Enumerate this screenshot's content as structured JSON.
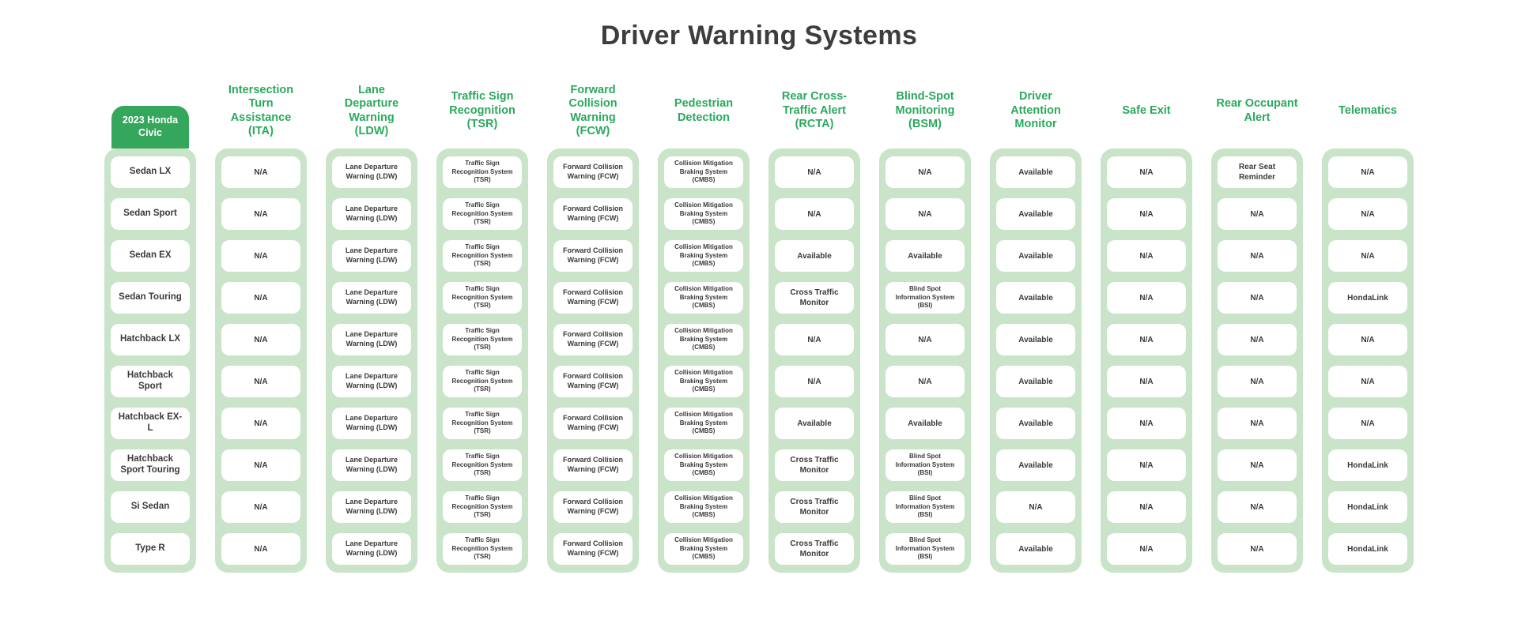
{
  "colors": {
    "brand_green": "#35a75c",
    "header_text_green": "#2ba95d",
    "column_bg_green": "#c9e4c8",
    "cell_bg": "#ffffff",
    "cell_text": "#3a3a3a",
    "title_text": "#3d3d3d",
    "page_bg": "#ffffff"
  },
  "chart_data": {
    "type": "table",
    "title": "Driver Warning Systems",
    "corner_header": "2023 Honda Civic",
    "corner_header_lines": "2023 Honda\nCivic",
    "row_labels": [
      "Sedan LX",
      "Sedan Sport",
      "Sedan EX",
      "Sedan Touring",
      "Hatchback LX",
      "Hatchback Sport",
      "Hatchback EX-L",
      "Hatchback Sport Touring",
      "Si Sedan",
      "Type R"
    ],
    "columns": [
      {
        "label": "Intersection Turn Assistance (ITA)",
        "header_lines": "Intersection\nTurn\nAssistance\n(ITA)",
        "values": [
          "N/A",
          "N/A",
          "N/A",
          "N/A",
          "N/A",
          "N/A",
          "N/A",
          "N/A",
          "N/A",
          "N/A"
        ]
      },
      {
        "label": "Lane Departure Warning (LDW)",
        "header_lines": "Lane\nDeparture\nWarning\n(LDW)",
        "values": [
          "Lane Departure Warning (LDW)",
          "Lane Departure Warning (LDW)",
          "Lane Departure Warning (LDW)",
          "Lane Departure Warning (LDW)",
          "Lane Departure Warning (LDW)",
          "Lane Departure Warning (LDW)",
          "Lane Departure Warning (LDW)",
          "Lane Departure Warning (LDW)",
          "Lane Departure Warning (LDW)",
          "Lane Departure Warning (LDW)"
        ]
      },
      {
        "label": "Traffic Sign Recognition (TSR)",
        "header_lines": "Traffic Sign\nRecognition\n(TSR)",
        "values": [
          "Traffic Sign Recognition System (TSR)",
          "Traffic Sign Recognition System (TSR)",
          "Traffic Sign Recognition System (TSR)",
          "Traffic Sign Recognition System (TSR)",
          "Traffic Sign Recognition System (TSR)",
          "Traffic Sign Recognition System (TSR)",
          "Traffic Sign Recognition System (TSR)",
          "Traffic Sign Recognition System (TSR)",
          "Traffic Sign Recognition System (TSR)",
          "Traffic Sign Recognition System (TSR)"
        ]
      },
      {
        "label": "Forward Collision Warning (FCW)",
        "header_lines": "Forward\nCollision\nWarning\n(FCW)",
        "values": [
          "Forward Collision Warning (FCW)",
          "Forward Collision Warning (FCW)",
          "Forward Collision Warning (FCW)",
          "Forward Collision Warning (FCW)",
          "Forward Collision Warning (FCW)",
          "Forward Collision Warning (FCW)",
          "Forward Collision Warning (FCW)",
          "Forward Collision Warning (FCW)",
          "Forward Collision Warning (FCW)",
          "Forward Collision Warning (FCW)"
        ]
      },
      {
        "label": "Pedestrian Detection",
        "header_lines": "Pedestrian\nDetection",
        "values": [
          "Collision Mitigation Braking System (CMBS)",
          "Collision Mitigation Braking System (CMBS)",
          "Collision Mitigation Braking System (CMBS)",
          "Collision Mitigation Braking System (CMBS)",
          "Collision Mitigation Braking System (CMBS)",
          "Collision Mitigation Braking System (CMBS)",
          "Collision Mitigation Braking System (CMBS)",
          "Collision Mitigation Braking System (CMBS)",
          "Collision Mitigation Braking System (CMBS)",
          "Collision Mitigation Braking System (CMBS)"
        ]
      },
      {
        "label": "Rear Cross-Traffic Alert (RCTA)",
        "header_lines": "Rear Cross-\nTraffic Alert\n(RCTA)",
        "values": [
          "N/A",
          "N/A",
          "Available",
          "Cross Traffic Monitor",
          "N/A",
          "N/A",
          "Available",
          "Cross Traffic Monitor",
          "Cross Traffic Monitor",
          "Cross Traffic Monitor"
        ]
      },
      {
        "label": "Blind-Spot Monitoring (BSM)",
        "header_lines": "Blind-Spot\nMonitoring\n(BSM)",
        "values": [
          "N/A",
          "N/A",
          "Available",
          "Blind Spot Information System (BSI)",
          "N/A",
          "N/A",
          "Available",
          "Blind Spot Information System (BSI)",
          "Blind Spot Information System (BSI)",
          "Blind Spot Information System (BSI)"
        ]
      },
      {
        "label": "Driver Attention Monitor",
        "header_lines": "Driver\nAttention\nMonitor",
        "values": [
          "Available",
          "Available",
          "Available",
          "Available",
          "Available",
          "Available",
          "Available",
          "Available",
          "N/A",
          "Available"
        ]
      },
      {
        "label": "Safe Exit",
        "header_lines": "Safe Exit",
        "values": [
          "N/A",
          "N/A",
          "N/A",
          "N/A",
          "N/A",
          "N/A",
          "N/A",
          "N/A",
          "N/A",
          "N/A"
        ]
      },
      {
        "label": "Rear Occupant Alert",
        "header_lines": "Rear Occupant\nAlert",
        "values": [
          "Rear Seat Reminder",
          "N/A",
          "N/A",
          "N/A",
          "N/A",
          "N/A",
          "N/A",
          "N/A",
          "N/A",
          "N/A"
        ]
      },
      {
        "label": "Telematics",
        "header_lines": "Telematics",
        "values": [
          "N/A",
          "N/A",
          "N/A",
          "HondaLink",
          "N/A",
          "N/A",
          "N/A",
          "HondaLink",
          "HondaLink",
          "HondaLink"
        ]
      }
    ]
  }
}
